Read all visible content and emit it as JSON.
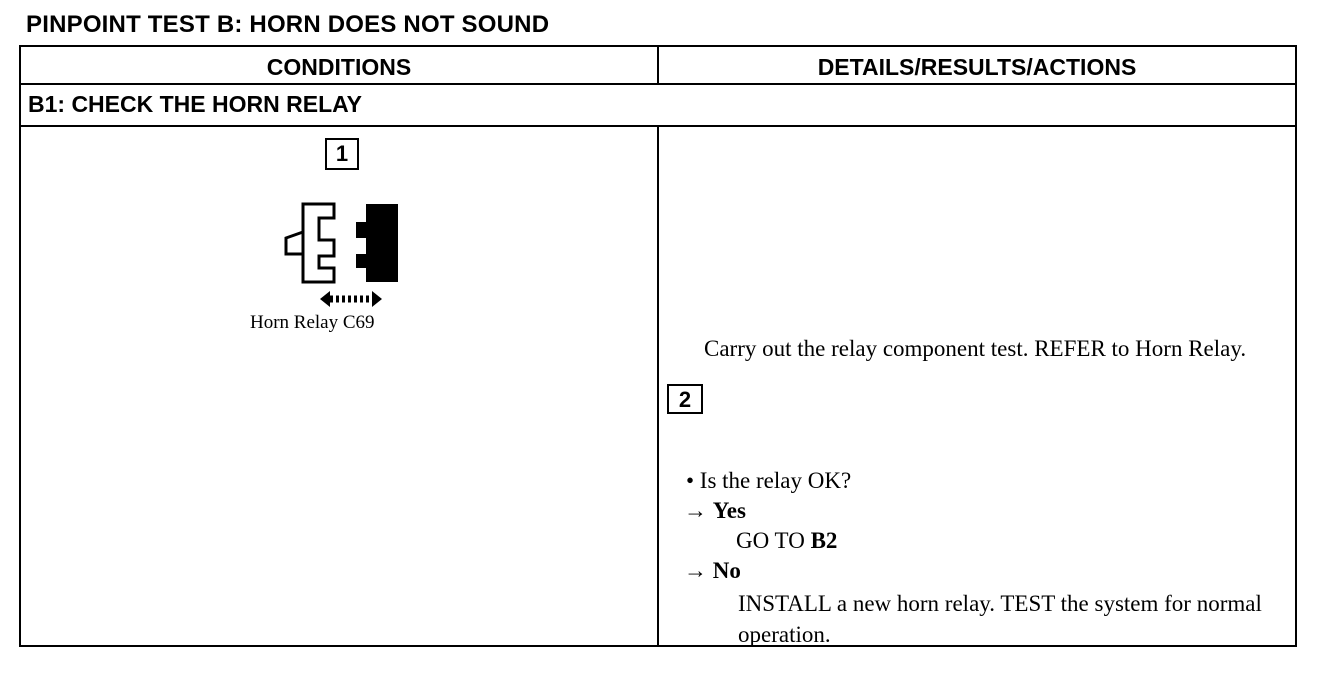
{
  "title": "PINPOINT TEST B: HORN DOES NOT SOUND",
  "headers": {
    "conditions": "CONDITIONS",
    "details": "DETAILS/RESULTS/ACTIONS"
  },
  "section": "B1: CHECK THE HORN RELAY",
  "conditions": {
    "step_number": "1",
    "caption": "Horn Relay C69"
  },
  "details": {
    "step_number": "2",
    "step_text": "Carry out the relay component test.   REFER to Horn Relay.",
    "question": "• Is the relay OK?",
    "arrow": "→",
    "yes_label": "Yes",
    "yes_action_prefix": "GO TO ",
    "yes_action_target": "B2",
    "no_label": "No",
    "no_action": "INSTALL a new horn relay. TEST the system for normal operation."
  }
}
